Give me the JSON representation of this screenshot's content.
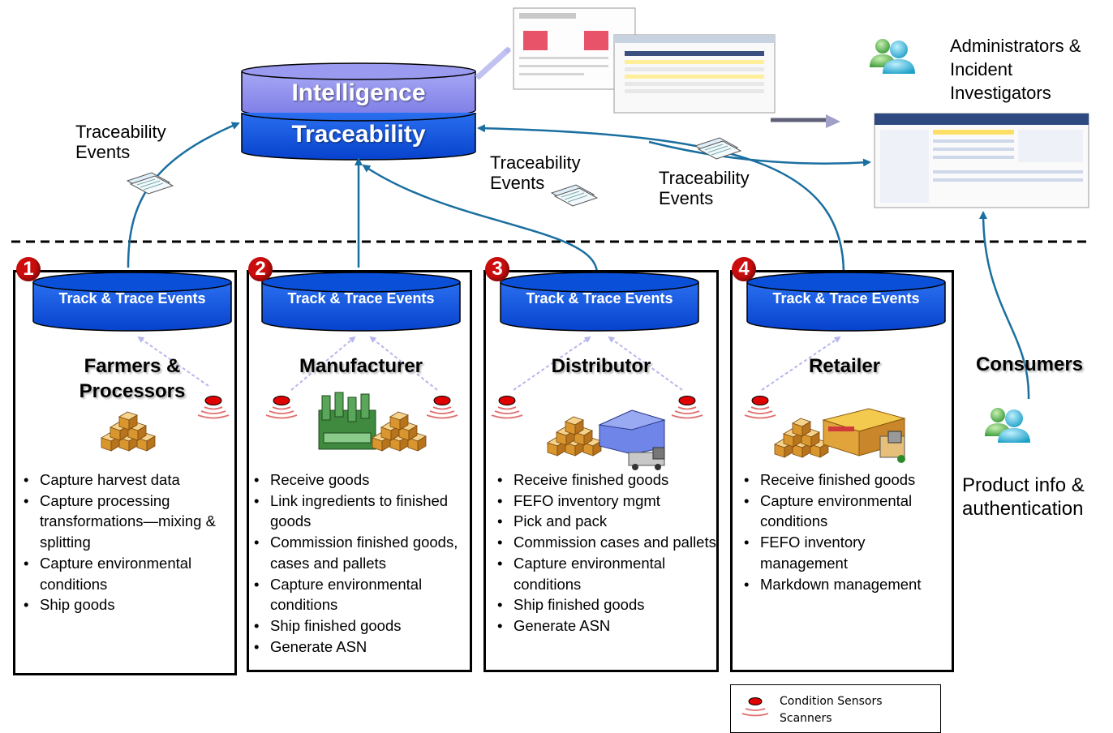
{
  "core": {
    "intelligence_label": "Intelligence",
    "traceability_label": "Traceability"
  },
  "event_labels": {
    "left": "Traceability Events",
    "center": "Traceability Events",
    "right": "Traceability Events"
  },
  "admins_label": "Administrators & Incident Investigators",
  "consumers": {
    "title": "Consumers",
    "caption": "Product info & authentication"
  },
  "stages": [
    {
      "number": "1",
      "db_label": "Track & Trace Events",
      "title": "Farmers & Processors",
      "items": [
        "Capture harvest data",
        "Capture processing transformations—mixing & splitting",
        "Capture environmental conditions",
        "Ship goods"
      ]
    },
    {
      "number": "2",
      "db_label": "Track & Trace Events",
      "title": "Manufacturer",
      "items": [
        "Receive goods",
        "Link ingredients to finished goods",
        "Commission finished goods, cases and pallets",
        "Capture environmental conditions",
        "Ship finished goods",
        "Generate ASN"
      ]
    },
    {
      "number": "3",
      "db_label": "Track & Trace Events",
      "title": "Distributor",
      "items": [
        "Receive finished goods",
        "FEFO inventory mgmt",
        "Pick and pack",
        "Commission cases and pallets",
        "Capture environmental conditions",
        "Ship finished goods",
        "Generate ASN"
      ]
    },
    {
      "number": "4",
      "db_label": "Track & Trace Events",
      "title": "Retailer",
      "items": [
        "Receive finished goods",
        "Capture environmental conditions",
        "FEFO inventory management",
        "Markdown management"
      ]
    }
  ],
  "legend": {
    "sensor_label": "Condition Sensors",
    "scanner_label": "Scanners"
  },
  "colors": {
    "accent_blue": "#0d57e6",
    "intelligence_purple": "#8f8fef",
    "arrow_teal": "#1a6fa0",
    "badge_red": "#cc0d0d"
  },
  "icons": [
    "boxes-icon",
    "factory-icon",
    "warehouse-truck-icon",
    "store-icon",
    "sensor-icon",
    "people-icon",
    "document-icon",
    "report-screenshot-icon",
    "dashboard-screenshot-icon"
  ]
}
